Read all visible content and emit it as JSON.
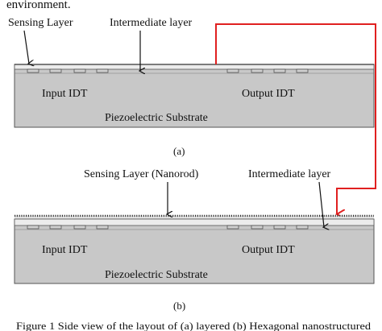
{
  "top_fragment": "environment.",
  "diagram_a": {
    "sensing_layer_label": "Sensing Layer",
    "intermediate_layer_label": "Intermediate layer",
    "input_idt_label": "Input IDT",
    "output_idt_label": "Output IDT",
    "substrate_label": "Piezoelectric Substrate",
    "caption": "(a)"
  },
  "diagram_b": {
    "sensing_layer_label": "Sensing Layer (Nanorod)",
    "intermediate_layer_label": "Intermediate layer",
    "input_idt_label": "Input IDT",
    "output_idt_label": "Output IDT",
    "substrate_label": "Piezoelectric Substrate",
    "caption": "(b)"
  },
  "bottom_caption_fragment": "Figure 1 Side view of the layout of (a) layered (b) Hexagonal nanostructured",
  "colors": {
    "substrate": "#c8c8c8",
    "substrate_border": "#555555",
    "layer": "#ececec",
    "connector": "#e02020",
    "idt": "#cfcfcf"
  }
}
